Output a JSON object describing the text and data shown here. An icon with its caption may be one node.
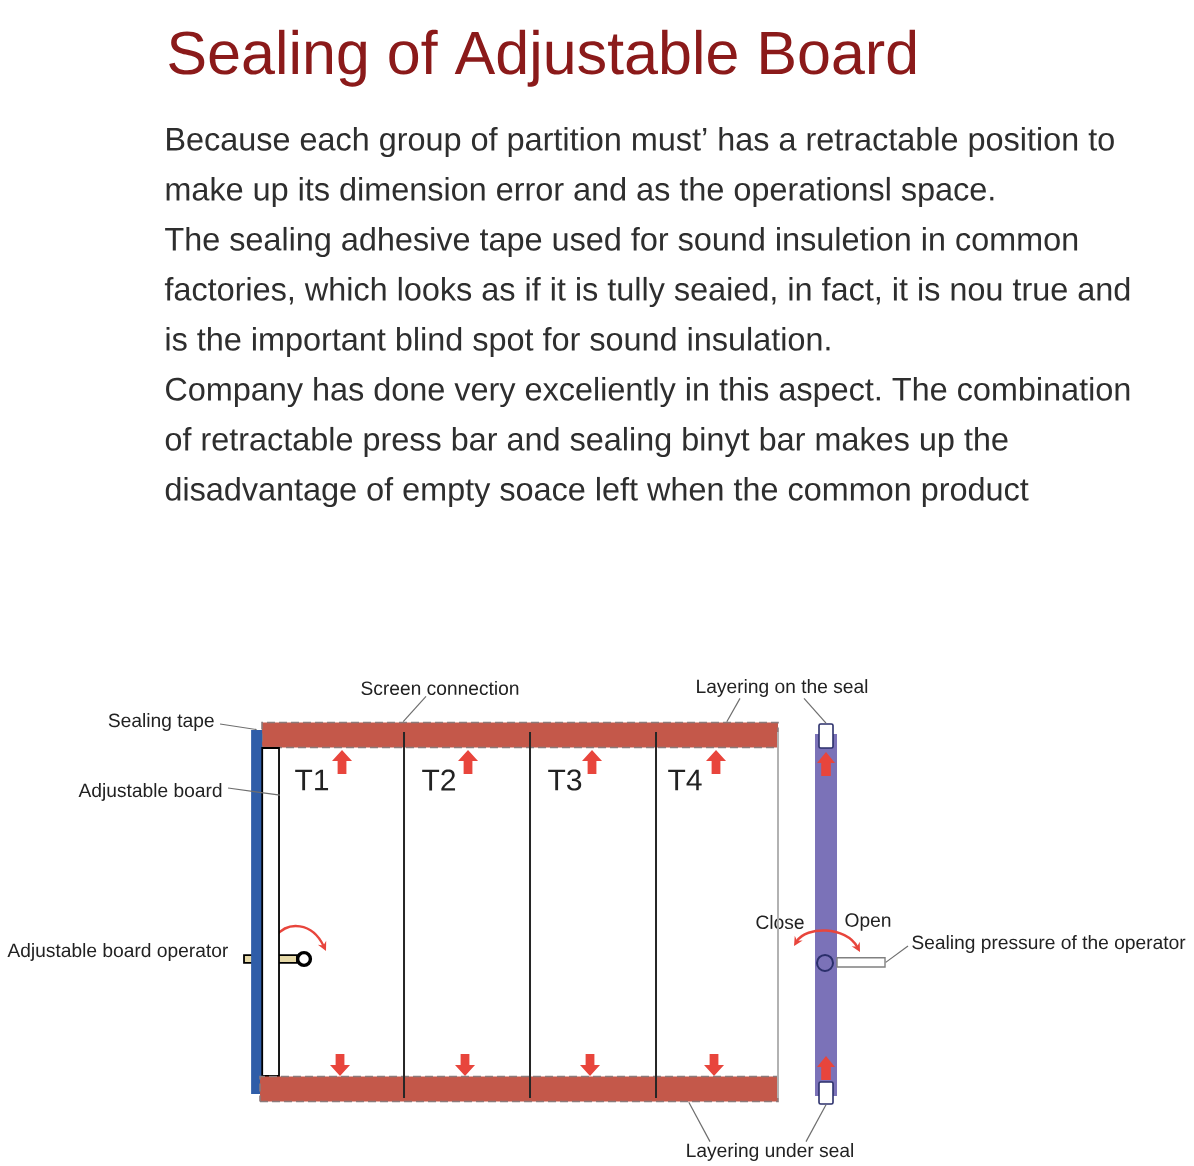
{
  "diagram": {
    "title": "Sealing of Adjustable Board",
    "nodes": [
      {
        "text": [
          "Screen connection"
        ]
      },
      {
        "text": [
          "Layering on the seal"
        ]
      },
      {
        "text": [
          "Sealing tape"
        ]
      },
      {
        "text": [
          "Adjustable board"
        ]
      },
      {
        "text": [
          "Sealing pressure of the operator"
        ]
      },
      {
        "text": [
          "Layering under seal"
        ]
      },
      {
        "text": [],
        "shape": "bar"
      },
      {
        "text": [],
        "shape": "box"
      },
      {
        "text": [],
        "shape": "bar"
      },
      {
        "text": [],
        "shape": "bar"
      },
      {
        "text": [],
        "shape": "bar"
      },
      {
        "text": [],
        "shape": "bar"
      },
      {
        "text": [],
        "shape": "box"
      }
    ],
    "edges": [
      {
        "from": 0,
        "to": 6,
        "arrow": "none"
      },
      {
        "from": 1,
        "to": 6,
        "arrow": "none"
      },
      {
        "from": 1,
        "to": 7,
        "arrow": "none"
      },
      {
        "from": 2,
        "to": 8,
        "arrow": "none"
      },
      {
        "from": 3,
        "to": 9,
        "arrow": "none"
      },
      {
        "from": 4,
        "to": 10,
        "arrow": "none"
      },
      {
        "from": 5,
        "to": 11,
        "arrow": "none"
      },
      {
        "from": 5,
        "to": 12,
        "arrow": "none"
      }
    ],
    "labels": [
      "Because each group of partition must’ has a retractable position to make up its dimension error and as the operationsl space.",
      "The sealing adhesive tape used for sound insuletion in common factories, which looks as if it is tully seaied, in fact, it is nou true and is the important blind spot for sound insulation.",
      "Company has done very exceliently in this aspect. The combination of retractable press bar and sealing binyt bar makes up the disadvantage of empty soace left when the common product",
      "T1",
      "T2",
      "T3",
      "T4",
      "Close",
      "Open",
      "Adjustable board operator"
    ]
  }
}
